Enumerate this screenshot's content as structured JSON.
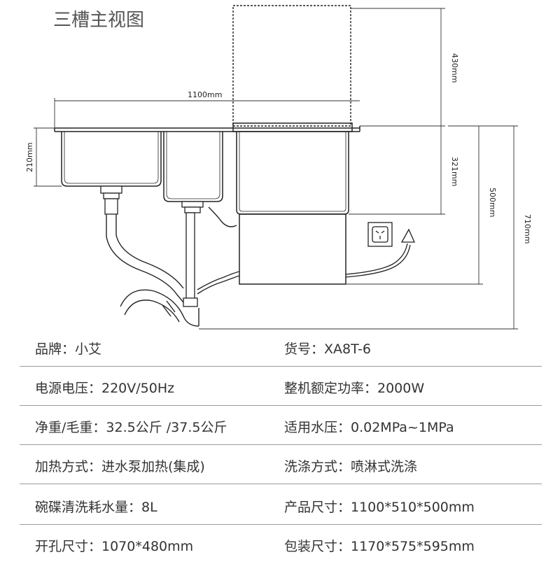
{
  "title": "三槽主视图",
  "dimensions": {
    "width_label": "1100mm",
    "bowl_depth_label": "210mm",
    "lid_height_label": "430mm",
    "dishwasher_depth_label": "321mm",
    "under_counter_label": "500mm",
    "total_height_label": "710mm"
  },
  "specs": [
    {
      "left": "品牌：小艾",
      "right": "货号：XA8T-6"
    },
    {
      "left": "电源电压：220V/50Hz",
      "right": "整机额定功率：2000W"
    },
    {
      "left": "净重/毛重：32.5公斤 /37.5公斤",
      "right": "适用水压：0.02MPa~1MPa"
    },
    {
      "left": "加热方式：进水泵加热(集成)",
      "right": "洗涤方式：喷淋式洗涤"
    },
    {
      "left": "碗碟清洗耗水量：8L",
      "right": "产品尺寸：1100*510*500mm"
    },
    {
      "left": "开孔尺寸：1070*480mm",
      "right": "包装尺寸：1170*575*595mm"
    }
  ]
}
